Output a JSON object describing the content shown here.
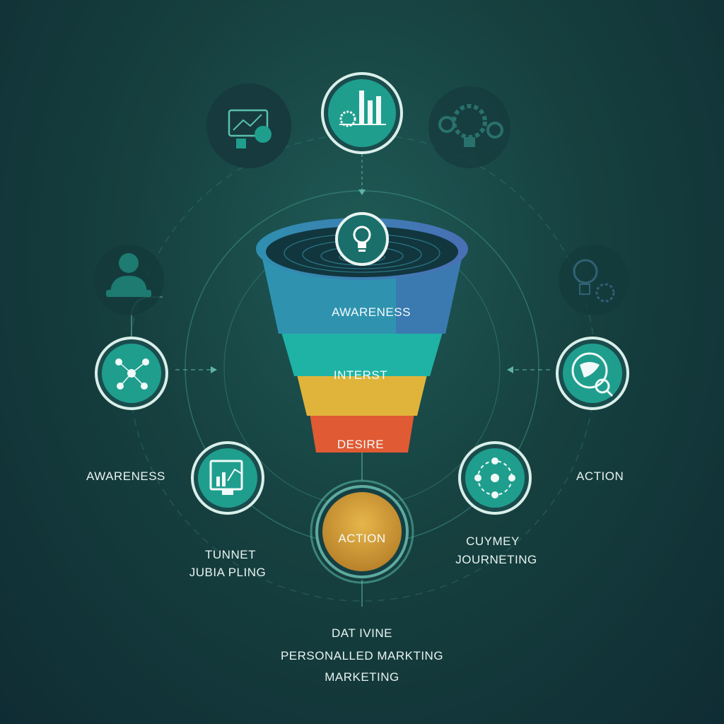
{
  "funnel": {
    "tiers": [
      {
        "label": "AWARENESS",
        "color": "#2f93b0"
      },
      {
        "label": "INTERST",
        "color": "#1fb3a6"
      },
      {
        "label": "DESIRE",
        "color": "#e0b43b"
      },
      {
        "label": "ACTION",
        "color": "#d6a23a"
      }
    ],
    "extra_tier_color": "#e05a34",
    "top_icon": "lightbulb-icon"
  },
  "side_labels": {
    "left": "AWARENESS",
    "right": "ACTION",
    "left_lower_line1": "TUNNET",
    "left_lower_line2": "JUBIA PLING",
    "right_lower_line1": "CUYMEY",
    "right_lower_line2": "JOURNETING"
  },
  "bottom_text": {
    "line1": "DAT IVINE",
    "line2": "PERSONALLED MARKTING",
    "line3": "MARKETING"
  },
  "icons": [
    "bar-chart-gear-icon",
    "monitor-analytics-icon",
    "gears-lightbulb-icon",
    "person-icon",
    "network-icon",
    "globe-search-icon",
    "monitor-chart-icon",
    "cycle-network-icon",
    "lightbulb-gear-icon"
  ],
  "colors": {
    "accent": "#1f9e8e",
    "ring": "#5fc7b6",
    "background": "#16403f"
  }
}
